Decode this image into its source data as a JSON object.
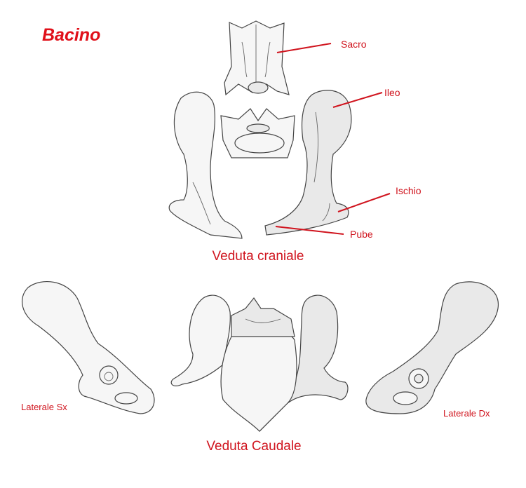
{
  "title": "Bacino",
  "labels": {
    "sacro": "Sacro",
    "ileo": "Ileo",
    "ischio": "Ischio",
    "pube": "Pube",
    "laterale_sx": "Laterale Sx",
    "laterale_dx": "Laterale Dx"
  },
  "captions": {
    "cranial": "Veduta craniale",
    "caudal": "Veduta Caudale"
  },
  "colors": {
    "label": "#d0141e",
    "title": "#e0101a"
  }
}
